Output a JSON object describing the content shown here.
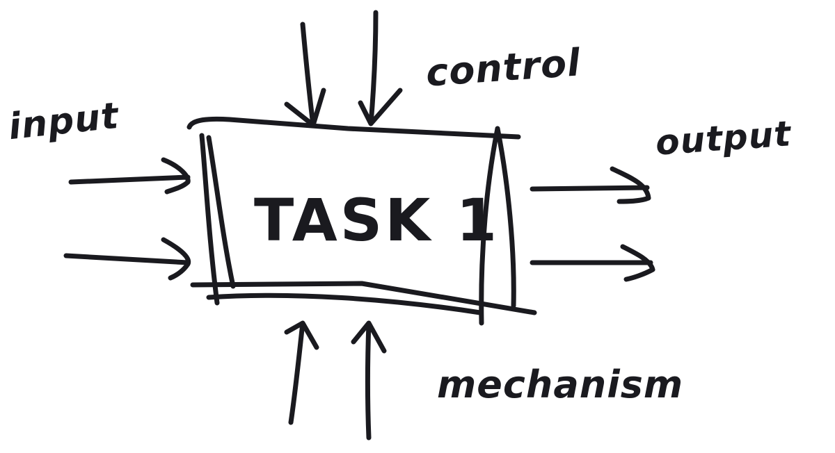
{
  "diagram": {
    "type": "IDEF0 function box",
    "box_label": "TASK 1",
    "labels": {
      "input": "input",
      "control": "control",
      "output": "output",
      "mechanism": "mechanism"
    },
    "arrows": {
      "input_count": 2,
      "control_count": 2,
      "output_count": 2,
      "mechanism_count": 2
    },
    "ink_color": "#1a1a1f"
  }
}
